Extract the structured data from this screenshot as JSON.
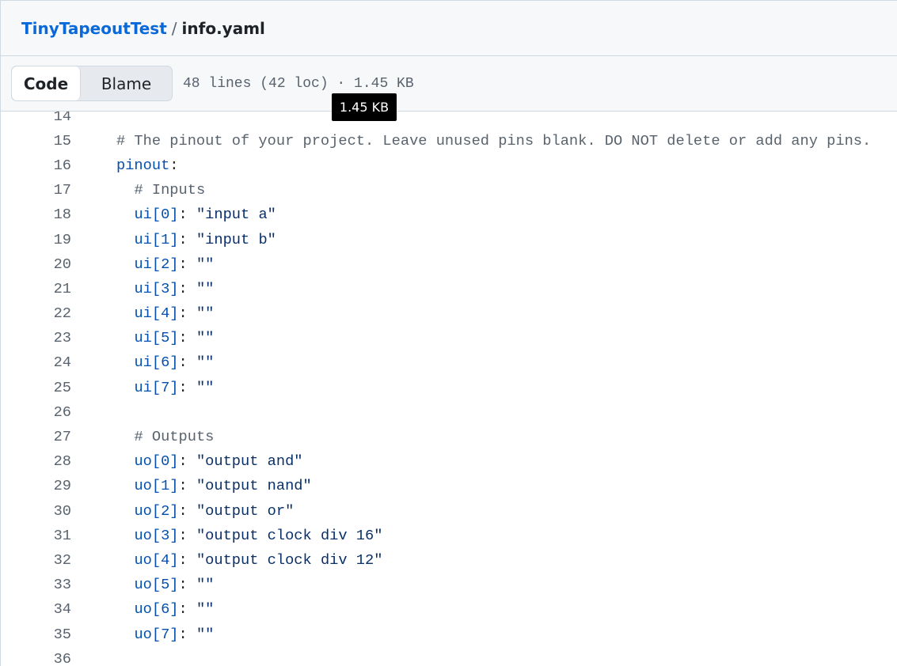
{
  "breadcrumb": {
    "repo": "TinyTapeoutTest",
    "separator": "/",
    "file": "info.yaml"
  },
  "toolbar": {
    "code_label": "Code",
    "blame_label": "Blame",
    "meta": "48 lines (42 loc) · 1.45 KB"
  },
  "tooltip": "1.45 KB",
  "lines": [
    {
      "n": "14",
      "indent": "",
      "comment": "",
      "key": "",
      "punct": "",
      "value": ""
    },
    {
      "n": "15",
      "indent": "",
      "comment": "# The pinout of your project. Leave unused pins blank. DO NOT delete or add any pins.",
      "key": "",
      "punct": "",
      "value": ""
    },
    {
      "n": "16",
      "indent": "",
      "comment": "",
      "key": "pinout",
      "punct": ":",
      "value": ""
    },
    {
      "n": "17",
      "indent": "  ",
      "comment": "# Inputs",
      "key": "",
      "punct": "",
      "value": ""
    },
    {
      "n": "18",
      "indent": "  ",
      "comment": "",
      "key": "ui[0]",
      "punct": ": ",
      "value": "\"input a\""
    },
    {
      "n": "19",
      "indent": "  ",
      "comment": "",
      "key": "ui[1]",
      "punct": ": ",
      "value": "\"input b\""
    },
    {
      "n": "20",
      "indent": "  ",
      "comment": "",
      "key": "ui[2]",
      "punct": ": ",
      "value": "\"\""
    },
    {
      "n": "21",
      "indent": "  ",
      "comment": "",
      "key": "ui[3]",
      "punct": ": ",
      "value": "\"\""
    },
    {
      "n": "22",
      "indent": "  ",
      "comment": "",
      "key": "ui[4]",
      "punct": ": ",
      "value": "\"\""
    },
    {
      "n": "23",
      "indent": "  ",
      "comment": "",
      "key": "ui[5]",
      "punct": ": ",
      "value": "\"\""
    },
    {
      "n": "24",
      "indent": "  ",
      "comment": "",
      "key": "ui[6]",
      "punct": ": ",
      "value": "\"\""
    },
    {
      "n": "25",
      "indent": "  ",
      "comment": "",
      "key": "ui[7]",
      "punct": ": ",
      "value": "\"\""
    },
    {
      "n": "26",
      "indent": "",
      "comment": "",
      "key": "",
      "punct": "",
      "value": ""
    },
    {
      "n": "27",
      "indent": "  ",
      "comment": "# Outputs",
      "key": "",
      "punct": "",
      "value": ""
    },
    {
      "n": "28",
      "indent": "  ",
      "comment": "",
      "key": "uo[0]",
      "punct": ": ",
      "value": "\"output and\""
    },
    {
      "n": "29",
      "indent": "  ",
      "comment": "",
      "key": "uo[1]",
      "punct": ": ",
      "value": "\"output nand\""
    },
    {
      "n": "30",
      "indent": "  ",
      "comment": "",
      "key": "uo[2]",
      "punct": ": ",
      "value": "\"output or\""
    },
    {
      "n": "31",
      "indent": "  ",
      "comment": "",
      "key": "uo[3]",
      "punct": ": ",
      "value": "\"output clock div 16\""
    },
    {
      "n": "32",
      "indent": "  ",
      "comment": "",
      "key": "uo[4]",
      "punct": ": ",
      "value": "\"output clock div 12\""
    },
    {
      "n": "33",
      "indent": "  ",
      "comment": "",
      "key": "uo[5]",
      "punct": ": ",
      "value": "\"\""
    },
    {
      "n": "34",
      "indent": "  ",
      "comment": "",
      "key": "uo[6]",
      "punct": ": ",
      "value": "\"\""
    },
    {
      "n": "35",
      "indent": "  ",
      "comment": "",
      "key": "uo[7]",
      "punct": ": ",
      "value": "\"\""
    },
    {
      "n": "36",
      "indent": "",
      "comment": "",
      "key": "",
      "punct": "",
      "value": ""
    }
  ]
}
